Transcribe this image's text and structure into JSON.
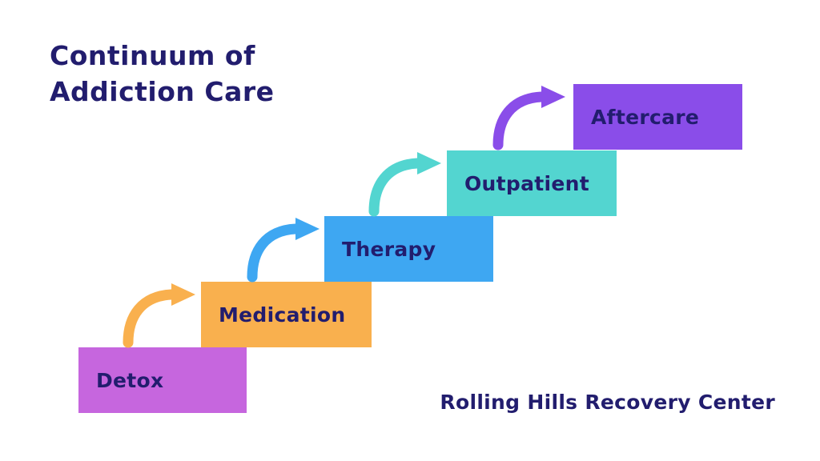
{
  "title": {
    "line1": "Continuum of",
    "line2": "Addiction Care"
  },
  "brand": "Rolling Hills Recovery Center",
  "colors": {
    "text_navy": "#221d6e",
    "background": "#ffffff"
  },
  "steps": [
    {
      "label": "Detox",
      "color": "#c666de"
    },
    {
      "label": "Medication",
      "color": "#f9b04e"
    },
    {
      "label": "Therapy",
      "color": "#3ea7f2"
    },
    {
      "label": "Outpatient",
      "color": "#53d5d0"
    },
    {
      "label": "Aftercare",
      "color": "#8a4de9"
    }
  ],
  "arrows": [
    {
      "name": "detox-to-medication",
      "color": "#f9b04e"
    },
    {
      "name": "medication-to-therapy",
      "color": "#3ea7f2"
    },
    {
      "name": "therapy-to-outpatient",
      "color": "#53d5d0"
    },
    {
      "name": "outpatient-to-aftercare",
      "color": "#8a4de9"
    }
  ]
}
